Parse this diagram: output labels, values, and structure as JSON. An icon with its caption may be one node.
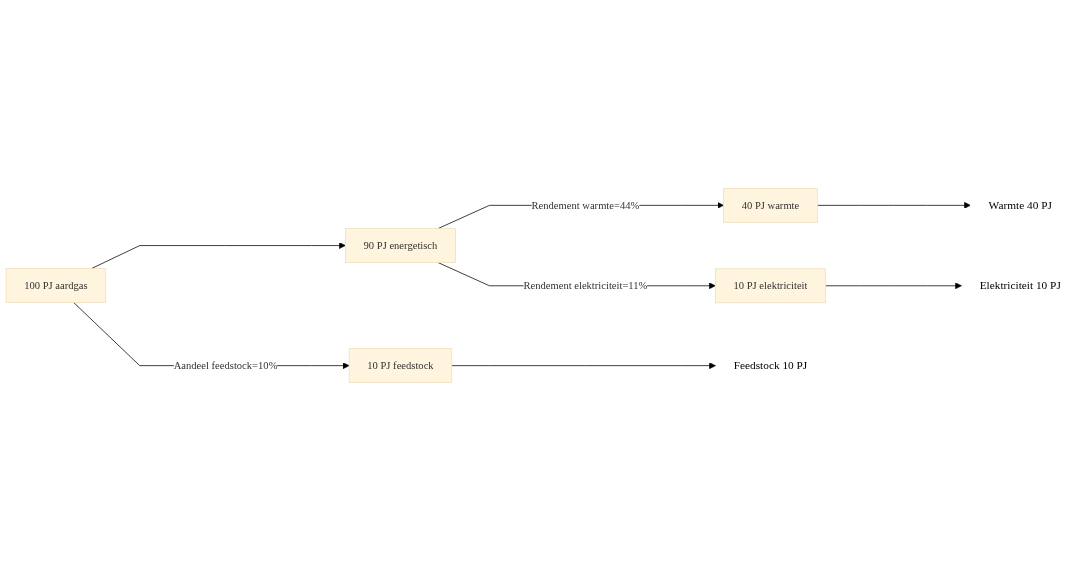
{
  "diagram": {
    "nodes": [
      {
        "text": [
          "100 PJ aardgas"
        ]
      },
      {
        "text": [
          "10 PJ feedstock"
        ]
      },
      {
        "text": [
          "90 PJ energetisch"
        ]
      },
      {
        "text": [
          "40 PJ warmte"
        ]
      },
      {
        "text": [
          "10 PJ elektriciteit"
        ]
      },
      {
        "text": [
          "Feedstock 10 PJ"
        ]
      },
      {
        "text": [
          "Warmte 40 PJ"
        ]
      },
      {
        "text": [
          "Elektriciteit 10 PJ"
        ]
      }
    ],
    "edges": [
      {
        "from": 0,
        "to": 1,
        "arrow": "to",
        "label": "Aandeel feedstock=10%"
      },
      {
        "from": 0,
        "to": 2,
        "arrow": "to"
      },
      {
        "from": 2,
        "to": 3,
        "arrow": "to",
        "label": "Rendement warmte=44%"
      },
      {
        "from": 2,
        "to": 4,
        "arrow": "to",
        "label": "Rendement elektriciteit=11%"
      },
      {
        "from": 1,
        "to": 5,
        "arrow": "to"
      },
      {
        "from": 3,
        "to": 6,
        "arrow": "to"
      },
      {
        "from": 4,
        "to": 7,
        "arrow": "to"
      }
    ]
  }
}
